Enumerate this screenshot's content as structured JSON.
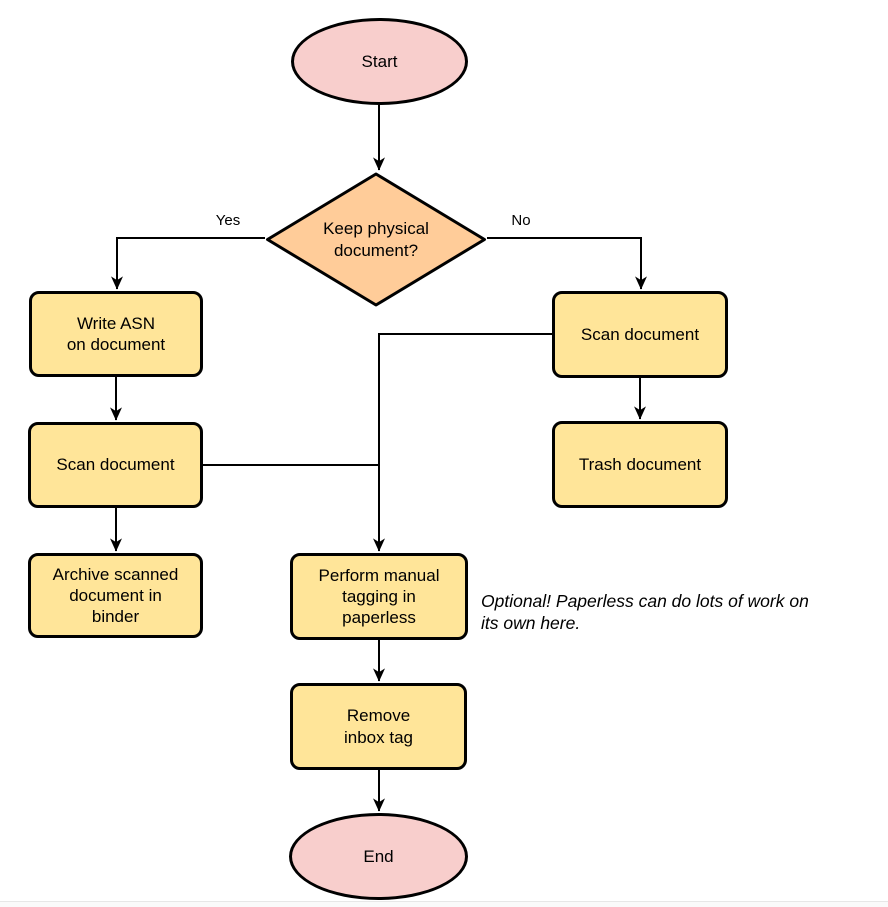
{
  "diagram": {
    "type": "flowchart",
    "background": "#ffffff",
    "colors": {
      "terminal_fill": "#f8cecc",
      "decision_fill": "#ffcc99",
      "process_fill": "#ffe599",
      "stroke": "#000000"
    },
    "nodes": {
      "start": {
        "type": "terminal",
        "label": "Start"
      },
      "decision": {
        "type": "decision",
        "label": "Keep physical\ndocument?"
      },
      "write_asn": {
        "type": "process",
        "label": "Write ASN\non document"
      },
      "scan_left": {
        "type": "process",
        "label": "Scan document"
      },
      "archive": {
        "type": "process",
        "label": "Archive scanned\ndocument in\nbinder"
      },
      "scan_right": {
        "type": "process",
        "label": "Scan document"
      },
      "trash": {
        "type": "process",
        "label": "Trash document"
      },
      "tagging": {
        "type": "process",
        "label": "Perform manual\ntagging in\npaperless"
      },
      "remove_inbox": {
        "type": "process",
        "label": "Remove\ninbox tag"
      },
      "end": {
        "type": "terminal",
        "label": "End"
      }
    },
    "edge_labels": {
      "yes": "Yes",
      "no": "No"
    },
    "annotation": "Optional! Paperless can do lots of work on\nits own here.",
    "edges": [
      {
        "from": "start",
        "to": "decision"
      },
      {
        "from": "decision",
        "to": "write_asn",
        "label": "Yes"
      },
      {
        "from": "decision",
        "to": "scan_right",
        "label": "No"
      },
      {
        "from": "write_asn",
        "to": "scan_left"
      },
      {
        "from": "scan_left",
        "to": "archive"
      },
      {
        "from": "scan_left",
        "to": "tagging"
      },
      {
        "from": "scan_right",
        "to": "trash"
      },
      {
        "from": "scan_right",
        "to": "tagging"
      },
      {
        "from": "tagging",
        "to": "remove_inbox"
      },
      {
        "from": "remove_inbox",
        "to": "end"
      }
    ]
  }
}
